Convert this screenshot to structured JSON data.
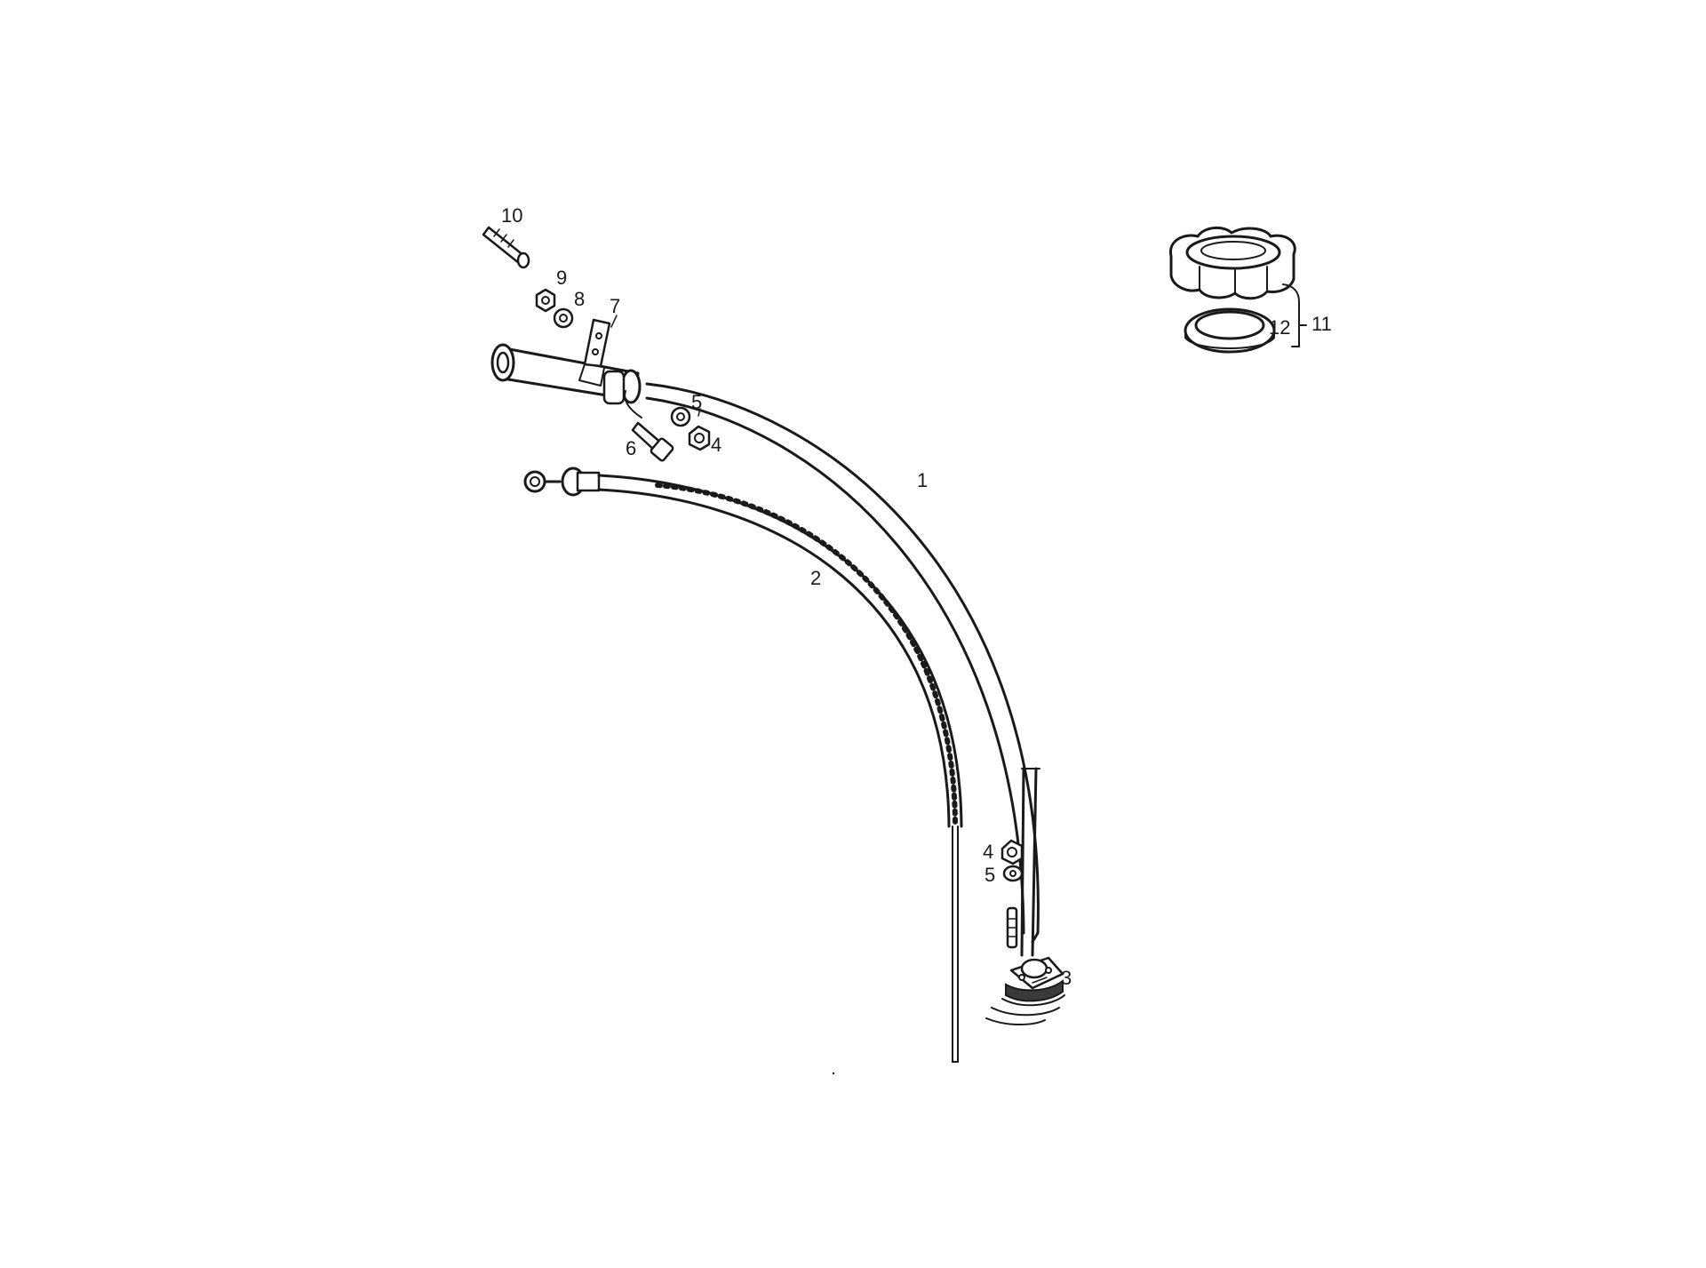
{
  "diagram": {
    "callouts": {
      "c1": "1",
      "c2": "2",
      "c3": "3",
      "c4a": "4",
      "c4b": "4",
      "c5a": "5",
      "c5b": "5",
      "c6": "6",
      "c7": "7",
      "c8": "8",
      "c9": "9",
      "c10": "10",
      "c11": "11",
      "c12": "12"
    }
  },
  "colors": {
    "ink": "#1a1a1a",
    "background": "#ffffff"
  }
}
